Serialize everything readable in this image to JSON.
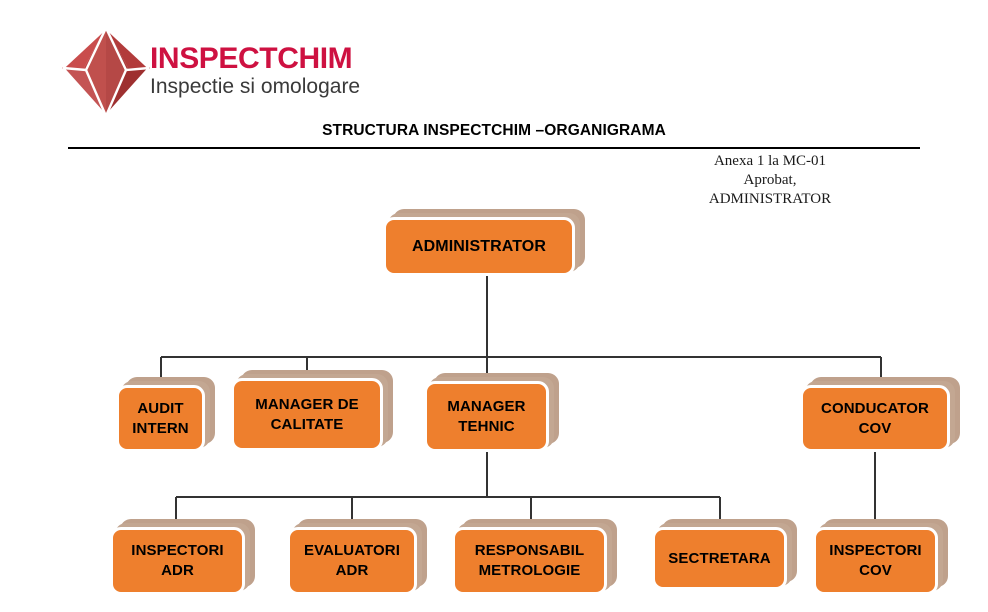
{
  "logo": {
    "mark_name": "inspectchim-diamond-logo",
    "brand": "INSPECTCHIM",
    "tagline": "Inspectie si omologare",
    "brand_color": "#CE1141",
    "tagline_color": "#3a3a3a"
  },
  "document": {
    "title": "STRUCTURA INSPECTCHIM –ORGANIGRAMA",
    "approval": {
      "line1": "Anexa 1 la MC-01",
      "line2": "Aprobat,",
      "line3": "ADMINISTRATOR"
    }
  },
  "theme": {
    "node_fill": "#EE7F2D",
    "node_border": "#FFFFFF",
    "node_shadow": "#BFA18C",
    "connector": "#333333",
    "text": "#000000"
  },
  "chart_data": {
    "type": "org-chart",
    "title": "STRUCTURA INSPECTCHIM –ORGANIGRAMA",
    "levels": 3,
    "nodes": [
      {
        "id": "administrator",
        "label": "ADMINISTRATOR",
        "level": 0,
        "parent": null
      },
      {
        "id": "audit-intern",
        "label": "AUDIT\nINTERN",
        "level": 1,
        "parent": "administrator"
      },
      {
        "id": "manager-calitate",
        "label": "MANAGER DE\nCALITATE",
        "level": 1,
        "parent": "administrator"
      },
      {
        "id": "manager-tehnic",
        "label": "MANAGER\nTEHNIC",
        "level": 1,
        "parent": "administrator"
      },
      {
        "id": "conducator-cov",
        "label": "CONDUCATOR\nCOV",
        "level": 1,
        "parent": "administrator"
      },
      {
        "id": "inspectori-adr",
        "label": "INSPECTORI\nADR",
        "level": 2,
        "parent": "manager-tehnic"
      },
      {
        "id": "evaluatori-adr",
        "label": "EVALUATORI\nADR",
        "level": 2,
        "parent": "manager-tehnic"
      },
      {
        "id": "responsabil-metro",
        "label": "RESPONSABIL\nMETROLOGIE",
        "level": 2,
        "parent": "manager-tehnic"
      },
      {
        "id": "sectretara",
        "label": "SECTRETARA",
        "level": 2,
        "parent": "manager-tehnic"
      },
      {
        "id": "inspectori-cov",
        "label": "INSPECTORI\nCOV",
        "level": 2,
        "parent": "conducator-cov"
      }
    ]
  }
}
